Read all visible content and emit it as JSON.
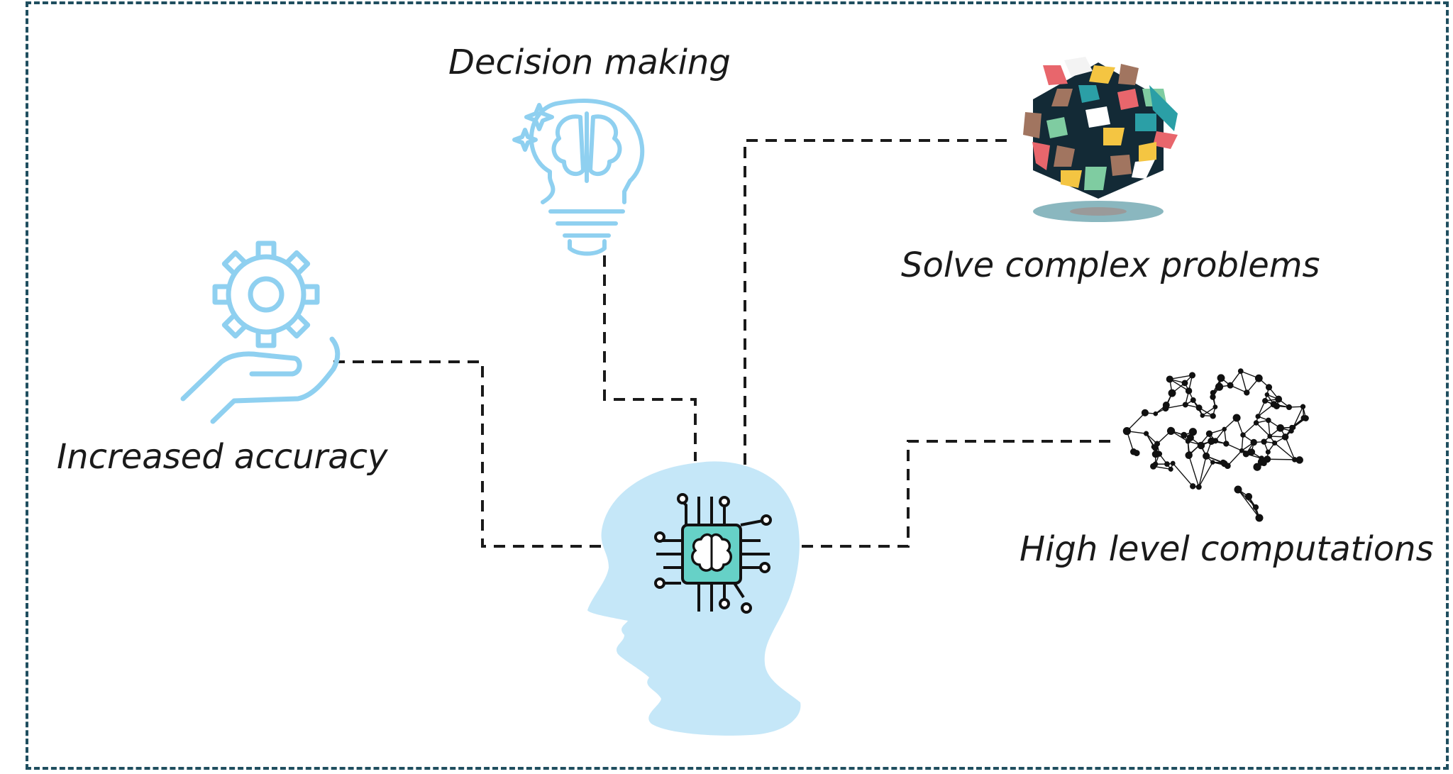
{
  "labels": {
    "decision_making": "Decision making",
    "solve_complex": "Solve complex problems",
    "increased_accuracy": "Increased accuracy",
    "high_level": "High level computations"
  },
  "colors": {
    "frame": "#1f4e5f",
    "icon_blue": "#8fd0f0",
    "head_fill": "#c5e7f8",
    "chip_fill": "#66d1c7",
    "connector": "#1a1a1a"
  },
  "icons": [
    "gear-hand-icon",
    "brain-bulb-icon",
    "puzzle-cube-icon",
    "network-brain-icon",
    "ai-head-icon",
    "brain-chip-icon"
  ]
}
